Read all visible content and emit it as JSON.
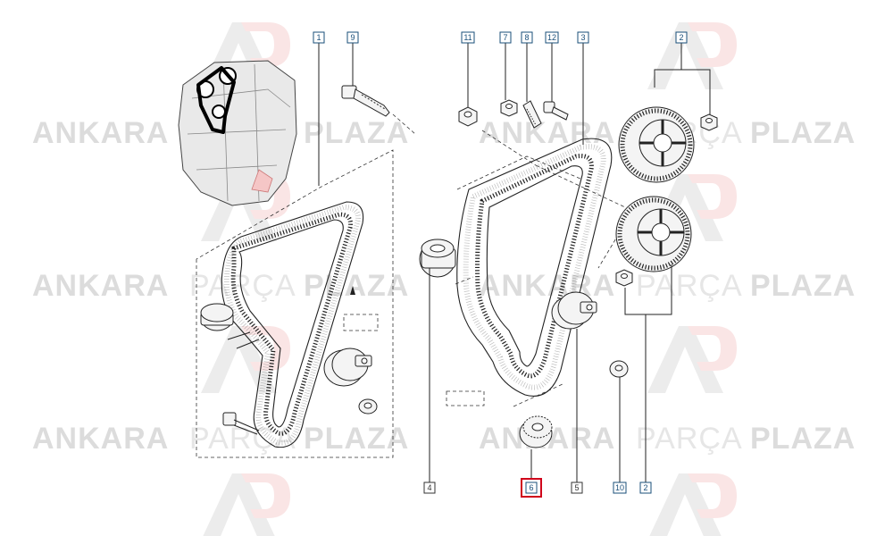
{
  "watermark": {
    "word1": "ANKARA",
    "word2": "PARÇA",
    "word3": "PLAZA",
    "logo": "AP"
  },
  "callouts": [
    {
      "id": "c1",
      "label": "1",
      "style": "blue"
    },
    {
      "id": "c9",
      "label": "9",
      "style": "blue"
    },
    {
      "id": "c11",
      "label": "11",
      "style": "blue"
    },
    {
      "id": "c7",
      "label": "7",
      "style": "blue"
    },
    {
      "id": "c8",
      "label": "8",
      "style": "blue"
    },
    {
      "id": "c12",
      "label": "12",
      "style": "blue"
    },
    {
      "id": "c3",
      "label": "3",
      "style": "blue"
    },
    {
      "id": "c2top",
      "label": "2",
      "style": "blue"
    },
    {
      "id": "c4",
      "label": "4",
      "style": "plain"
    },
    {
      "id": "c6",
      "label": "6",
      "style": "highlight"
    },
    {
      "id": "c5",
      "label": "5",
      "style": "plain"
    },
    {
      "id": "c10",
      "label": "10",
      "style": "blue"
    },
    {
      "id": "c2bot",
      "label": "2",
      "style": "blue"
    }
  ],
  "colors": {
    "callout_blue": "#1a4f7a",
    "highlight": "#d0021b",
    "watermark_logo": "#f2c9c9"
  }
}
